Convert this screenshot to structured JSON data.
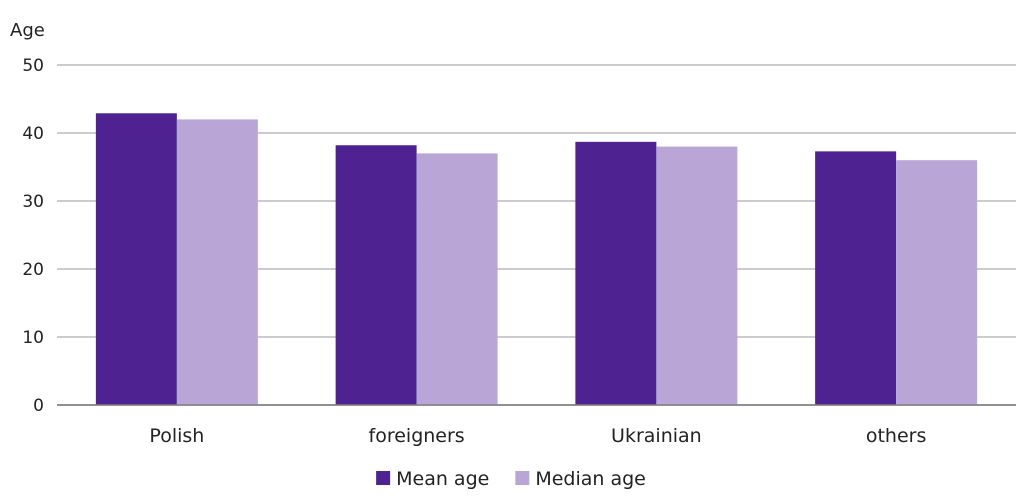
{
  "chart_data": {
    "type": "bar",
    "ylabel": "Age",
    "categories": [
      "Polish",
      "foreigners",
      "Ukrainian",
      "others"
    ],
    "series": [
      {
        "name": "Mean age",
        "values": [
          42.9,
          38.2,
          38.7,
          37.3
        ],
        "color": "#4e2291"
      },
      {
        "name": "Median age",
        "values": [
          42.0,
          37.0,
          38.0,
          36.0
        ],
        "color": "#b9a6d6"
      }
    ],
    "ylim": [
      0,
      50
    ],
    "yticks": [
      0,
      10,
      20,
      30,
      40,
      50
    ],
    "grid": true,
    "legend_position": "bottom-center",
    "gridline_color": "#9a9a9a",
    "axis_color": "#808080"
  }
}
